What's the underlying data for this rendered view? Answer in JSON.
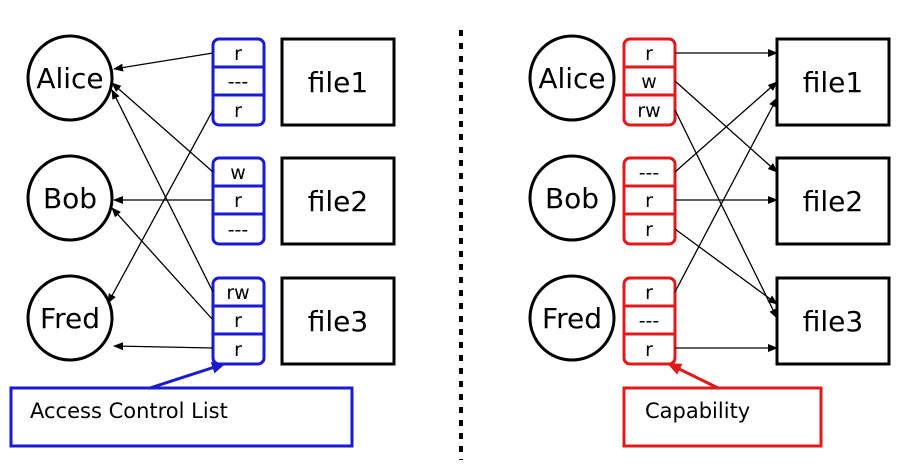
{
  "colors": {
    "acl": "#1a1ad0",
    "capability": "#e0191b",
    "ink": "#000000",
    "background": "#ffffff"
  },
  "acl_panel": {
    "users": [
      "Alice",
      "Bob",
      "Fred"
    ],
    "files": [
      "file1",
      "file2",
      "file3"
    ],
    "lists": [
      [
        "r",
        "---",
        "r"
      ],
      [
        "w",
        "r",
        "---"
      ],
      [
        "rw",
        "r",
        "r"
      ]
    ],
    "caption": "Access Control List"
  },
  "capability_panel": {
    "users": [
      "Alice",
      "Bob",
      "Fred"
    ],
    "files": [
      "file1",
      "file2",
      "file3"
    ],
    "lists": [
      [
        "r",
        "w",
        "rw"
      ],
      [
        "---",
        "r",
        "r"
      ],
      [
        "r",
        "---",
        "r"
      ]
    ],
    "caption": "Capability"
  }
}
